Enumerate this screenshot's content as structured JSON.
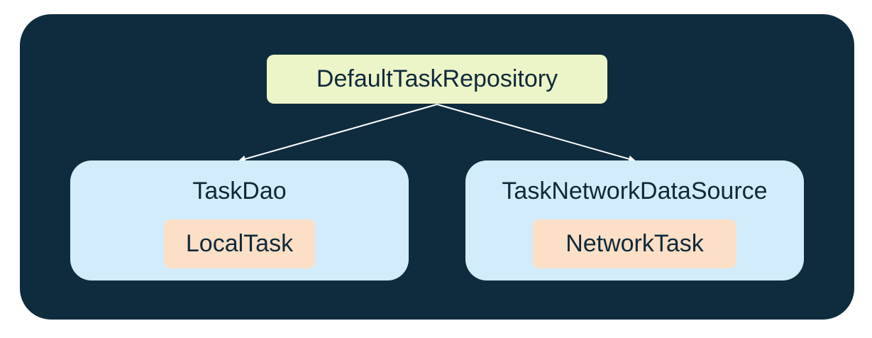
{
  "colors": {
    "canvas": "#0f2c3e",
    "repository": "#ecf5c8",
    "data_source": "#d2ecfc",
    "model": "#fbdfc6",
    "arrow": "#ffffff"
  },
  "repository": {
    "label": "DefaultTaskRepository"
  },
  "data_sources": [
    {
      "label": "TaskDao",
      "model": "LocalTask"
    },
    {
      "label": "TaskNetworkDataSource",
      "model": "NetworkTask"
    }
  ]
}
